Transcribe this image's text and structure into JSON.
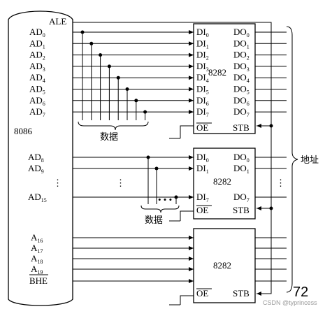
{
  "cpu": {
    "name": "8086"
  },
  "signals": {
    "ale": "ALE",
    "ad": "AD",
    "ad_subs_low": [
      "0",
      "1",
      "2",
      "3",
      "4",
      "5",
      "6",
      "7"
    ],
    "ad_subs_mid": [
      "8",
      "9"
    ],
    "ad_sub_last": "15",
    "a": "A",
    "a_subs": [
      "16",
      "17",
      "18",
      "19"
    ],
    "bhe": "BHE"
  },
  "latch": {
    "name": "8282",
    "di": "DI",
    "do": "DO",
    "oe": "OE",
    "stb": "STB",
    "sub_low": [
      "0",
      "1",
      "2",
      "3",
      "4",
      "5",
      "6",
      "7"
    ],
    "sub_mid": [
      "0",
      "1"
    ],
    "sub_last": "7"
  },
  "labels": {
    "data": "数据",
    "address": "地址",
    "ellipsis": "⋮",
    "hdots": "• • •"
  },
  "page_number": "72",
  "watermark": "CSDN @typrincess"
}
